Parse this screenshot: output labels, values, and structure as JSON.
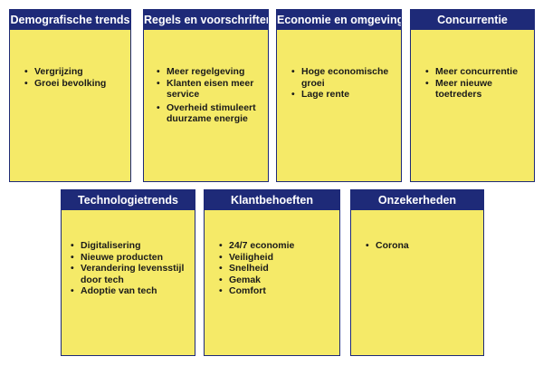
{
  "cards": [
    {
      "title": "Demografische trends",
      "items": [
        "Vergrijzing",
        "Groei bevolking"
      ]
    },
    {
      "title": "Regels en voorschriften",
      "items": [
        "Meer regelgeving",
        "Klanten eisen meer service",
        "Overheid stimuleert duurzame energie"
      ]
    },
    {
      "title": "Economie en omgeving",
      "items": [
        "Hoge economische groei",
        "Lage rente"
      ]
    },
    {
      "title": "Concurrentie",
      "items": [
        "Meer concurrentie",
        "Meer nieuwe toetreders"
      ]
    },
    {
      "title": "Technologietrends",
      "items": [
        "Digitalisering",
        "Nieuwe producten",
        "Verandering levensstijl door tech",
        "Adoptie van tech"
      ]
    },
    {
      "title": "Klantbehoeften",
      "items": [
        "24/7 economie",
        "Veiligheid",
        "Snelheid",
        "Gemak",
        "Comfort"
      ]
    },
    {
      "title": "Onzekerheden",
      "items": [
        "Corona"
      ]
    }
  ],
  "bullet_symbol": "•",
  "colors": {
    "card_fill": "#f5ea68",
    "header_fill": "#1e2a78",
    "header_text": "#ffffff",
    "body_text": "#1a1a1a"
  }
}
